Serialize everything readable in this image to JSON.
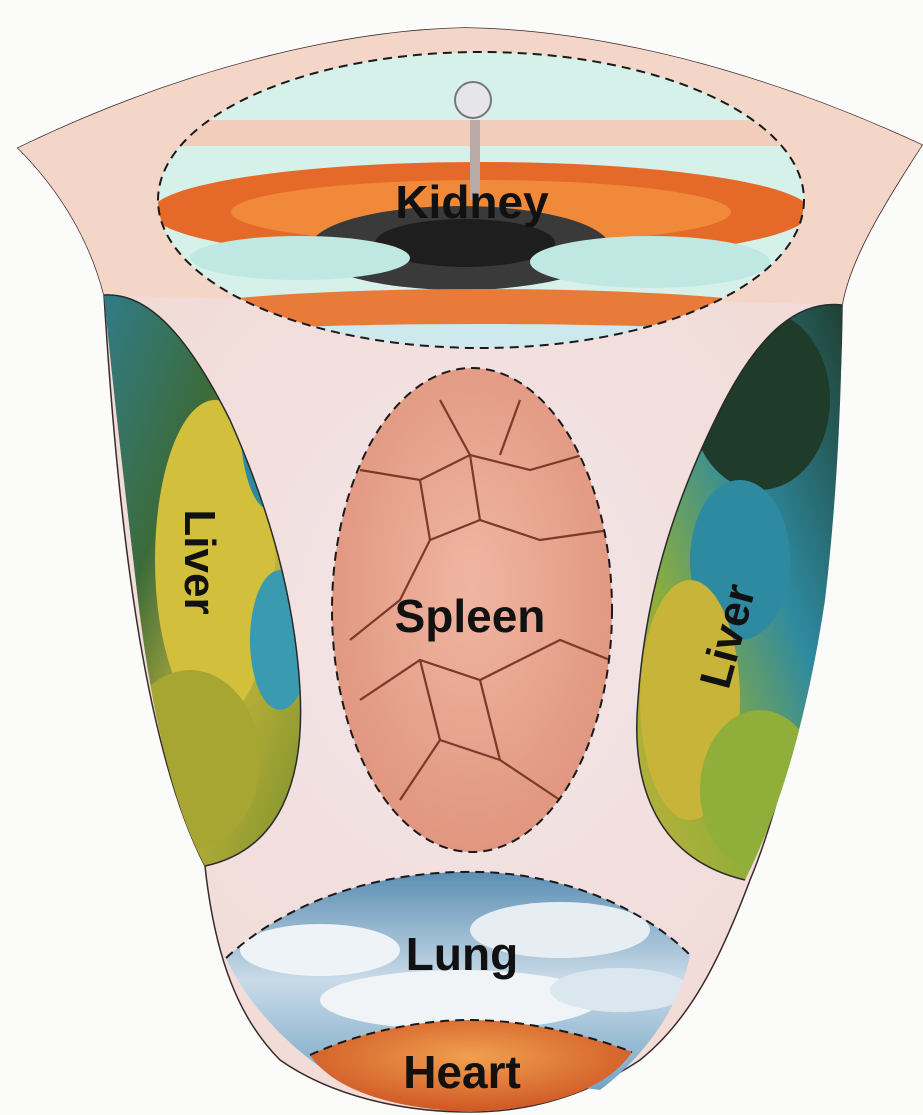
{
  "diagram": {
    "regions": [
      {
        "id": "kidney",
        "label": "Kidney"
      },
      {
        "id": "liver_left",
        "label": "Liver"
      },
      {
        "id": "spleen",
        "label": "Spleen"
      },
      {
        "id": "liver_right",
        "label": "Liver"
      },
      {
        "id": "lung",
        "label": "Lung"
      },
      {
        "id": "heart",
        "label": "Heart"
      }
    ]
  },
  "colors": {
    "tongue_body": "#f3d6cc",
    "tongue_center": "#f2e4e6",
    "kidney_orange": "#e0642a",
    "kidney_water": "#cfeee8",
    "spleen": "#e6a08c",
    "liver_foliage": "#c9b53a",
    "liver_sky": "#2e8aa0",
    "lung_sky": "#5f93b8",
    "heart": "#e0722e"
  }
}
